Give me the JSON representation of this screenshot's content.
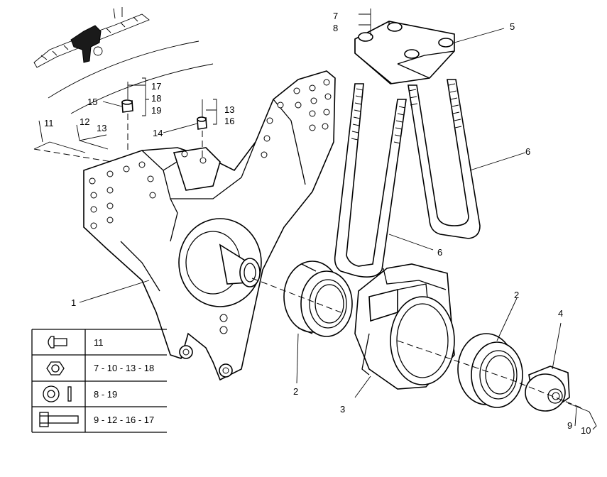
{
  "callouts": [
    {
      "id": "c1",
      "text": "1"
    },
    {
      "id": "c2a",
      "text": "2"
    },
    {
      "id": "c2b",
      "text": "2"
    },
    {
      "id": "c3",
      "text": "3"
    },
    {
      "id": "c4",
      "text": "4"
    },
    {
      "id": "c5",
      "text": "5"
    },
    {
      "id": "c6a",
      "text": "6"
    },
    {
      "id": "c6b",
      "text": "6"
    },
    {
      "id": "c7",
      "text": "7"
    },
    {
      "id": "c8",
      "text": "8"
    },
    {
      "id": "c9",
      "text": "9"
    },
    {
      "id": "c10",
      "text": "10"
    },
    {
      "id": "c11",
      "text": "11"
    },
    {
      "id": "c12",
      "text": "12"
    },
    {
      "id": "c13a",
      "text": "13"
    },
    {
      "id": "c13b",
      "text": "13"
    },
    {
      "id": "c14",
      "text": "14"
    },
    {
      "id": "c15",
      "text": "15"
    },
    {
      "id": "c16",
      "text": "16"
    },
    {
      "id": "c17",
      "text": "17"
    },
    {
      "id": "c18",
      "text": "18"
    },
    {
      "id": "c19",
      "text": "19"
    }
  ],
  "legend": {
    "rows": [
      {
        "icon": "rivet-icon",
        "text": "11"
      },
      {
        "icon": "nut-icon",
        "text": "7 - 10 - 13 - 18"
      },
      {
        "icon": "washer-icon",
        "text": "8 - 19"
      },
      {
        "icon": "bolt-icon",
        "text": "9 - 12 - 16 - 17"
      }
    ]
  }
}
